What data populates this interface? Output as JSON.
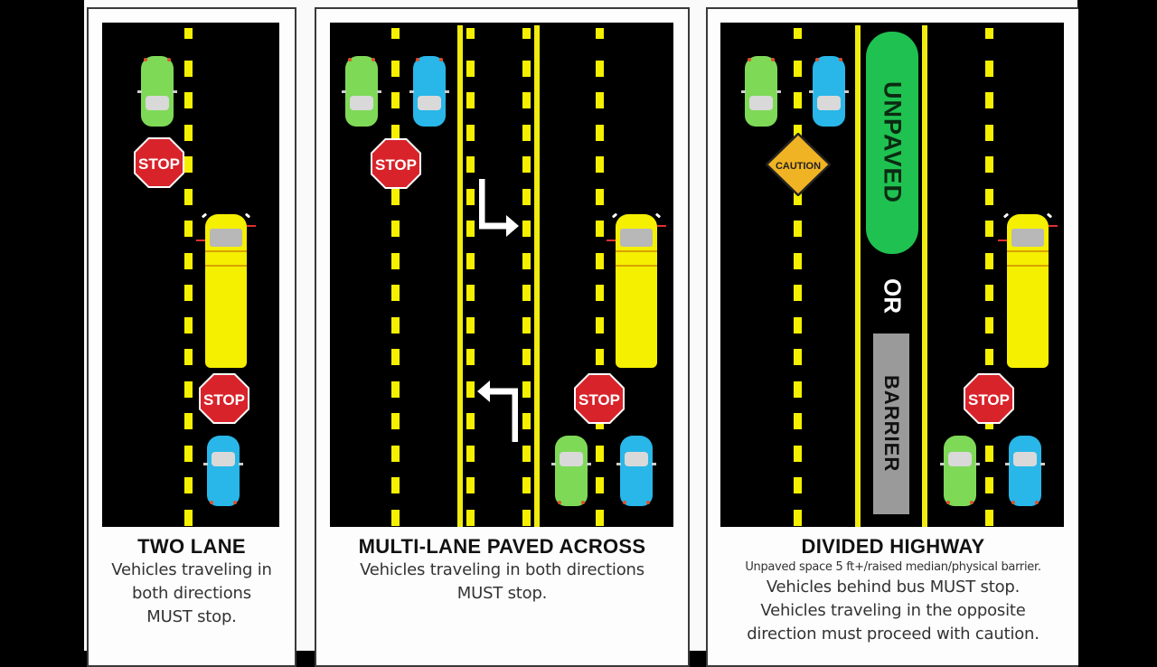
{
  "colors": {
    "road": "#000000",
    "lane_marking": "#f5f000",
    "stop_sign": "#d8232a",
    "caution_sign": "#f0b323",
    "unpaved_median": "#1fc150",
    "barrier": "#9a9a9a",
    "bus": "#f5ef00",
    "car_green": "#7ed957",
    "car_blue": "#29b6e8"
  },
  "panels": [
    {
      "id": "two-lane",
      "title": "TWO LANE",
      "body_lines": [
        "Vehicles traveling in",
        "both directions",
        "MUST stop."
      ],
      "signs": [
        {
          "type": "stop-icon",
          "label": "STOP"
        },
        {
          "type": "stop-icon",
          "label": "STOP"
        }
      ]
    },
    {
      "id": "multi-lane-paved-across",
      "title": "MULTI-LANE PAVED ACROSS",
      "body_lines": [
        "Vehicles traveling in both directions",
        "MUST stop."
      ],
      "signs": [
        {
          "type": "stop-icon",
          "label": "STOP"
        },
        {
          "type": "stop-icon",
          "label": "STOP"
        }
      ]
    },
    {
      "id": "divided-highway",
      "title": "DIVIDED HIGHWAY",
      "subtitle": "Unpaved space 5 ft+/raised median/physical barrier.",
      "body_lines": [
        "Vehicles behind bus MUST stop.",
        "Vehicles traveling in the opposite",
        "direction must proceed with caution."
      ],
      "signs": [
        {
          "type": "caution-icon",
          "label": "CAUTION"
        },
        {
          "type": "stop-icon",
          "label": "STOP"
        }
      ],
      "median": {
        "unpaved_label": "UNPAVED",
        "or_label": "OR",
        "barrier_label": "BARRIER"
      }
    }
  ]
}
